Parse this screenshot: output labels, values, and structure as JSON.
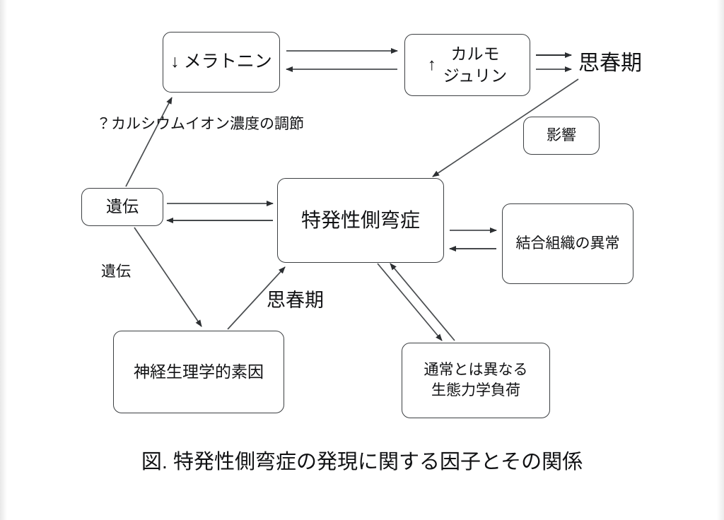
{
  "figure": {
    "caption": "図. 特発性側弯症の発現に関する因子とその関係",
    "ink_color": "#111214",
    "box_border_color": "#3c3f42",
    "background": "#ffffff"
  },
  "nodes": {
    "melatonin": {
      "arrow": "↓",
      "label": "メラトニン"
    },
    "calmodulin": {
      "arrow": "↑",
      "line1": "カルモ",
      "line2": "ジュリン"
    },
    "influence": {
      "label": "影響"
    },
    "heredity": {
      "label": "遺伝"
    },
    "scoliosis": {
      "label": "特発性側弯症"
    },
    "connective_tissue": {
      "label": "結合組織の異常"
    },
    "neurophysiological": {
      "label": "神経生理学的素因"
    },
    "biomechanical": {
      "line1": "通常とは異なる",
      "line2": "生態力学負荷"
    }
  },
  "labels": {
    "puberty_top": "思春期",
    "calcium_regulation": "？カルシウムイオン濃度の調節",
    "heredity_edge": "遺伝",
    "puberty_middle": "思春期"
  },
  "edges": [
    {
      "from": "melatonin",
      "to": "calmodulin",
      "style": "straight-arrow"
    },
    {
      "from": "calmodulin",
      "to": "melatonin",
      "style": "straight-arrow"
    },
    {
      "from": "calmodulin",
      "to": "puberty_top",
      "style": "straight-arrow"
    },
    {
      "from": "calmodulin",
      "to": "puberty_top",
      "style": "straight-arrow-2"
    },
    {
      "from": "puberty_top",
      "to": "scoliosis",
      "style": "diagonal-arrow"
    },
    {
      "from": "calcium_regulation",
      "to": "melatonin",
      "style": "diagonal-arrow"
    },
    {
      "from": "heredity",
      "to": "calcium_regulation",
      "style": "line"
    },
    {
      "from": "heredity",
      "to": "scoliosis",
      "style": "straight-arrow"
    },
    {
      "from": "scoliosis",
      "to": "heredity",
      "style": "straight-arrow"
    },
    {
      "from": "heredity",
      "to": "neurophysiological",
      "style": "diagonal-arrow"
    },
    {
      "from": "neurophysiological",
      "to": "scoliosis",
      "style": "diagonal-arrow"
    },
    {
      "from": "scoliosis",
      "to": "connective_tissue",
      "style": "straight-arrow"
    },
    {
      "from": "connective_tissue",
      "to": "scoliosis",
      "style": "straight-arrow"
    },
    {
      "from": "scoliosis",
      "to": "biomechanical",
      "style": "diagonal-arrow"
    },
    {
      "from": "biomechanical",
      "to": "scoliosis",
      "style": "diagonal-arrow"
    }
  ]
}
